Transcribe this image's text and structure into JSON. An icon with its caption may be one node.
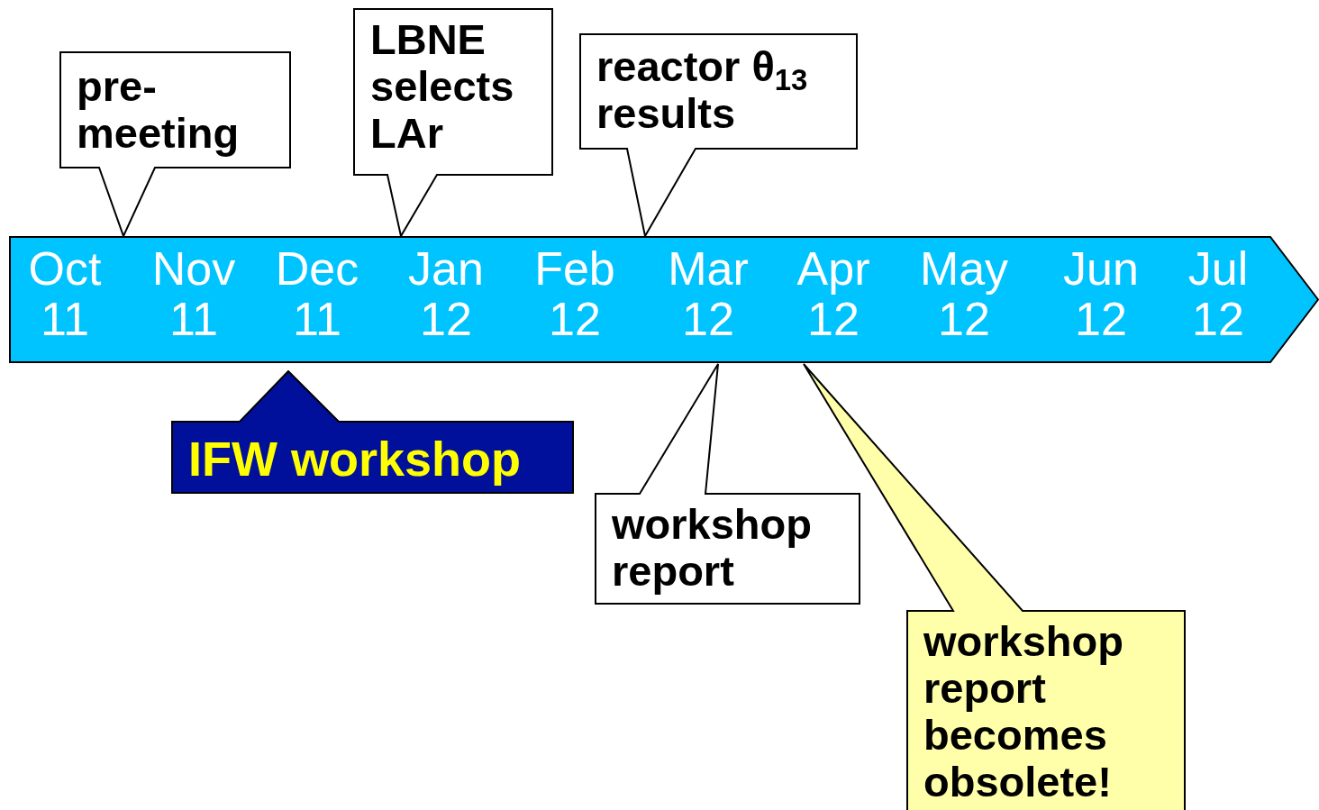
{
  "diagram": {
    "nodes": [
      {
        "text": [
          "Oct 11",
          "Nov 11",
          "Dec 11",
          "Jan 12",
          "Feb 12",
          "Mar 12",
          "Apr 12",
          "May 12",
          "Jun 12",
          "Jul 12"
        ]
      },
      {
        "text": [
          "pre-meeting"
        ]
      },
      {
        "text": [
          "LBNE selects LAr"
        ]
      },
      {
        "text": [
          "reactor θ$_{13}$ results"
        ]
      },
      {
        "text": [
          "IFW workshop"
        ]
      },
      {
        "text": [
          "workshop report"
        ]
      },
      {
        "text": [
          "workshop report becomes obsolete!"
        ]
      }
    ]
  }
}
